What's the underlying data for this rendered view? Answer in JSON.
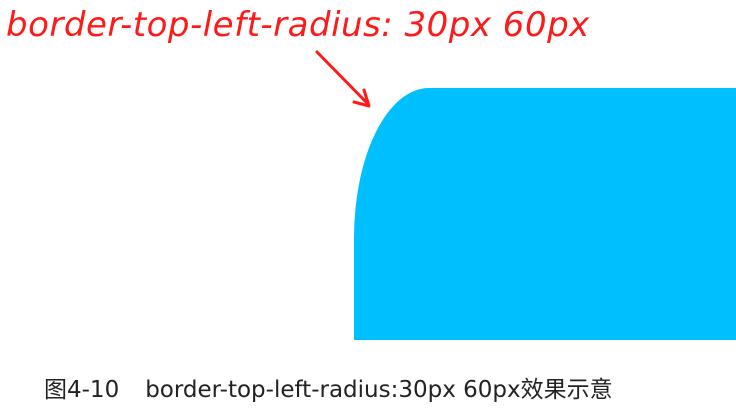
{
  "annotation": {
    "text": "border-top-left-radius: 30px 60px",
    "color": "#ff1a1a"
  },
  "shape": {
    "fill_color": "#00bfff"
  },
  "caption": {
    "figure_label": "图4-10",
    "text": "border-top-left-radius:30px 60px效果示意"
  }
}
